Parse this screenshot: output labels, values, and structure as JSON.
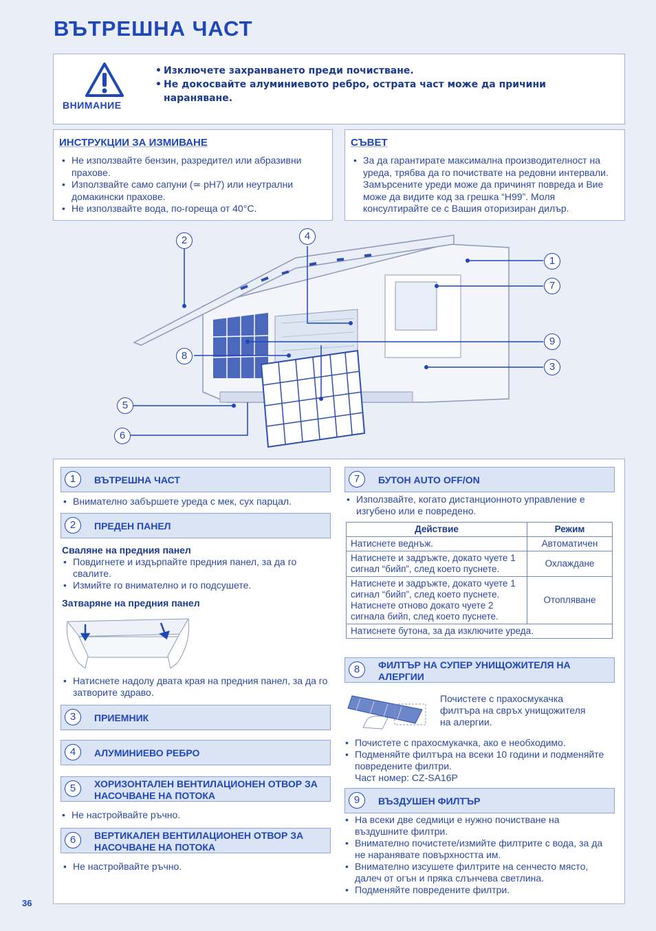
{
  "page_title": "ВЪТРЕШНА ЧАСТ",
  "caution": {
    "label": "ВНИМАНИЕ",
    "items": [
      "Изключете захранването преди почистване.",
      "Не докосвайте алуминиевото ребро, острата част може да причини нараняване."
    ]
  },
  "washing": {
    "title": "ИНСТРУКЦИИ ЗА ИЗМИВАНЕ",
    "items": [
      "Не използвайте бензин, разредител или абразивни прахове.",
      "Използвайте само сапуни (≃ pH7) или неутрални домакински прахове.",
      "Не използвайте вода, по-гореща от 40°C."
    ]
  },
  "advice": {
    "title": "СЪВЕТ",
    "items": [
      "За да гарантирате максимална производителност на уреда, трябва да го почиствате на редовни интервали. Замърсените уреди може да причинят повреда и Вие може да видите код за грешка “H99”. Моля консултирайте се с Вашия оторизиран дилър."
    ]
  },
  "diagram": {
    "callouts": [
      "1",
      "2",
      "3",
      "4",
      "5",
      "6",
      "7",
      "8",
      "9"
    ]
  },
  "sections": {
    "s1": {
      "num": "1",
      "title": "ВЪТРЕШНА ЧАСТ",
      "items": [
        "Внимателно забършете уреда с мек, сух парцал."
      ]
    },
    "s2": {
      "num": "2",
      "title": "ПРЕДЕН ПАНЕЛ",
      "remove_title": "Сваляне на предния панел",
      "remove_items": [
        "Повдигнете и издърпайте предния панел, за да го свалите.",
        "Измийте го внимателно и го подсушете."
      ],
      "close_title": "Затваряне на предния панел",
      "close_items": [
        "Натиснете надолу двата края на предния панел, за да го затворите здраво."
      ]
    },
    "s3": {
      "num": "3",
      "title": "ПРИЕМНИК"
    },
    "s4": {
      "num": "4",
      "title": "АЛУМИНИЕВО РЕБРО"
    },
    "s5": {
      "num": "5",
      "title": "ХОРИЗОНТАЛЕН ВЕНТИЛАЦИОНЕН ОТВОР ЗА НАСОЧВАНЕ НА ПОТОКА",
      "items": [
        "Не настройвайте ръчно."
      ]
    },
    "s6": {
      "num": "6",
      "title": "ВЕРТИКАЛЕН ВЕНТИЛАЦИОНЕН ОТВОР ЗА НАСОЧВАНЕ НА ПОТОКА",
      "items": [
        "Не настройвайте ръчно."
      ]
    },
    "s7": {
      "num": "7",
      "title": "БУТОН AUTO OFF/ON",
      "items": [
        "Използвайте, когато дистанционното управление е изгубено или е повредено."
      ],
      "table": {
        "headers": [
          "Действие",
          "Режим"
        ],
        "rows": [
          [
            "Натиснете веднъж.",
            "Автоматичен"
          ],
          [
            "Натиснете и задръжте, докато чуете 1 сигнал “бийп”, след което пуснете.",
            "Охлаждане"
          ],
          [
            "Натиснете и задръжте, докато чуете 1 сигнал “бийп”, след което пуснете. Натиснете отново докато чуете 2 сигнала бийп, след което пуснете.",
            "Отопляване"
          ]
        ],
        "footer": "Натиснете бутона, за да изключите уреда."
      }
    },
    "s8": {
      "num": "8",
      "title": "ФИЛТЪР НА СУПЕР УНИЩОЖИТЕЛЯ НА АЛЕРГИИ",
      "caption": "Почистете с прахосмукачка филтъра на свръх унищожителя на алергии.",
      "items": [
        "Почистете с прахосмукачка, ако е необходимо.",
        "Подменяйте филтъра на всеки 10 години и подменяйте повредените филтри."
      ],
      "part": "Част номер: CZ-SA16P"
    },
    "s9": {
      "num": "9",
      "title": "ВЪЗДУШЕН ФИЛТЪР",
      "items": [
        "На всеки две седмици е нужно почистване на въздушните филтри.",
        "Внимателно почистете/измийте филтрите с вода, за да не наранявате повърхността им.",
        "Внимателно изсушете филтрите на сенчесто място, далеч от огън и пряка слънчева светлина.",
        "Подменяйте повредените филтри."
      ]
    }
  },
  "page_number": "36"
}
